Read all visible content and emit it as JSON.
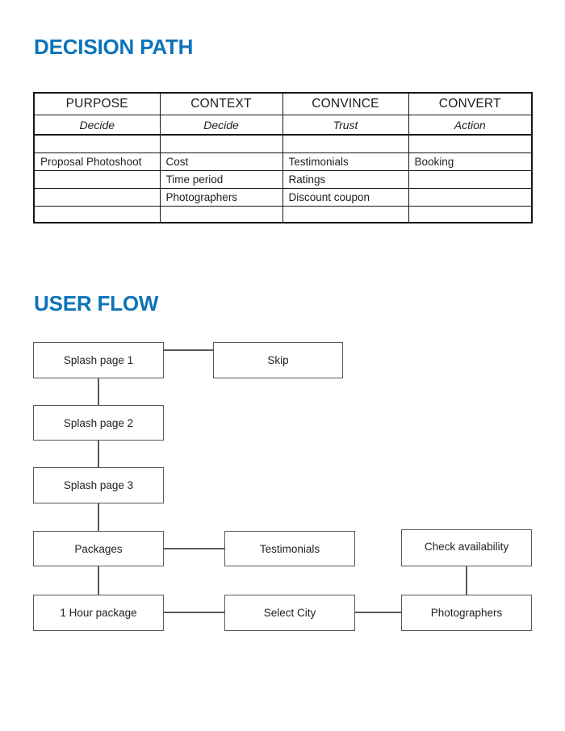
{
  "page": {
    "background": "#ffffff",
    "accent_blue": "#0d73b9",
    "table_border_color": "#161616",
    "flow_line_color": "#58595b"
  },
  "decision_path": {
    "title": "DECISION PATH",
    "table": {
      "headers": [
        "PURPOSE",
        "CONTEXT",
        "CONVINCE",
        "CONVERT"
      ],
      "subheaders": [
        "Decide",
        "Decide",
        "Trust",
        "Action"
      ],
      "rows": [
        [
          "Proposal Photoshoot",
          "Cost",
          "Testimonials",
          "Booking"
        ],
        [
          "",
          "Time period",
          "Ratings",
          ""
        ],
        [
          "",
          "Photographers",
          "Discount coupon",
          ""
        ]
      ]
    }
  },
  "user_flow": {
    "title": "USER FLOW",
    "nodes": [
      {
        "id": "splash-page-1",
        "label": "Splash page 1"
      },
      {
        "id": "skip",
        "label": "Skip"
      },
      {
        "id": "splash-page-2",
        "label": "Splash page 2"
      },
      {
        "id": "splash-page-3",
        "label": "Splash page 3"
      },
      {
        "id": "packages",
        "label": "Packages"
      },
      {
        "id": "testimonials",
        "label": "Testimonials"
      },
      {
        "id": "check-availability",
        "label": "Check availability"
      },
      {
        "id": "1-hour-package",
        "label": "1 Hour package"
      },
      {
        "id": "select-city",
        "label": "Select City"
      },
      {
        "id": "photographers",
        "label": "Photographers"
      }
    ],
    "edges": [
      {
        "from": "Splash page 1",
        "to": "Skip"
      },
      {
        "from": "Splash page 1",
        "to": "Splash page 2"
      },
      {
        "from": "Splash page 2",
        "to": "Splash page 3"
      },
      {
        "from": "Splash page 3",
        "to": "Packages"
      },
      {
        "from": "Packages",
        "to": "Testimonials"
      },
      {
        "from": "Packages",
        "to": "1 Hour package"
      },
      {
        "from": "1 Hour package",
        "to": "Select City"
      },
      {
        "from": "Select City",
        "to": "Photographers"
      },
      {
        "from": "Check availability",
        "to": "Photographers"
      }
    ]
  }
}
